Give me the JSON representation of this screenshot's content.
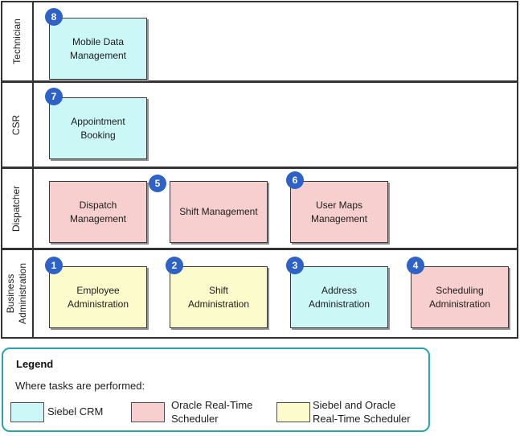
{
  "diagram": {
    "lanes": [
      {
        "label": "Technician",
        "boxes": [
          {
            "badge": "8",
            "label": "Mobile Data Management",
            "system": "Siebel CRM"
          }
        ]
      },
      {
        "label": "CSR",
        "boxes": [
          {
            "badge": "7",
            "label": "Appointment Booking",
            "system": "Siebel CRM"
          }
        ]
      },
      {
        "label": "Dispatcher",
        "boxes": [
          {
            "badge": "",
            "label": "Dispatch Management",
            "system": "Oracle Real-Time Scheduler"
          },
          {
            "badge": "5",
            "label": "Shift Management",
            "system": "Oracle Real-Time Scheduler"
          },
          {
            "badge": "6",
            "label": "User Maps Management",
            "system": "Oracle Real-Time Scheduler"
          }
        ]
      },
      {
        "label": "Business Administration",
        "boxes": [
          {
            "badge": "1",
            "label": "Employee Administration",
            "system": "Siebel and Oracle Real-Time Scheduler"
          },
          {
            "badge": "2",
            "label": "Shift Administration",
            "system": "Siebel and Oracle Real-Time Scheduler"
          },
          {
            "badge": "3",
            "label": "Address Administration",
            "system": "Siebel CRM"
          },
          {
            "badge": "4",
            "label": "Scheduling Administration",
            "system": "Oracle Real-Time Scheduler"
          }
        ]
      }
    ]
  },
  "legend": {
    "title": "Legend",
    "subtitle": "Where tasks are performed:",
    "items": [
      {
        "label": "Siebel CRM",
        "color": "#ccf7f7"
      },
      {
        "label": "Oracle Real-Time Scheduler",
        "color": "#f8cfcf"
      },
      {
        "label": "Siebel and Oracle Real-Time Scheduler",
        "color": "#fbfbcc"
      }
    ]
  },
  "colors": {
    "siebel_crm": "#ccf7f7",
    "oracle_rts": "#f8cfcf",
    "siebel_and_oracle_rts": "#fbfbcc",
    "badge": "#2f62c6",
    "legend_border": "#27a5ab",
    "box_border": "#3a3a3a",
    "lane_border": "#333333"
  }
}
